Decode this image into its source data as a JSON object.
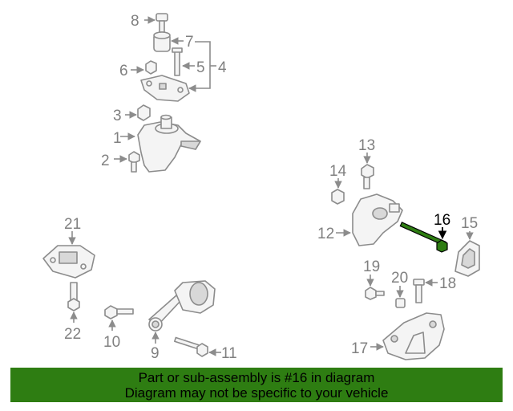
{
  "callouts": {
    "c1": "1",
    "c2": "2",
    "c3": "3",
    "c4": "4",
    "c5": "5",
    "c6": "6",
    "c7": "7",
    "c8": "8",
    "c9": "9",
    "c10": "10",
    "c11": "11",
    "c12": "12",
    "c13": "13",
    "c14": "14",
    "c15": "15",
    "c16": "16",
    "c17": "17",
    "c18": "18",
    "c19": "19",
    "c20": "20",
    "c21": "21",
    "c22": "22"
  },
  "highlighted_part": "16",
  "colors": {
    "banner_bg": "#2e7d12",
    "line_gray": "#8c8c8c",
    "highlight": "#000000",
    "highlight_part": "#2e7d12"
  },
  "banner": {
    "line1": "Part or sub-assembly is #16 in diagram",
    "line2": "Diagram may not be specific to your vehicle"
  }
}
